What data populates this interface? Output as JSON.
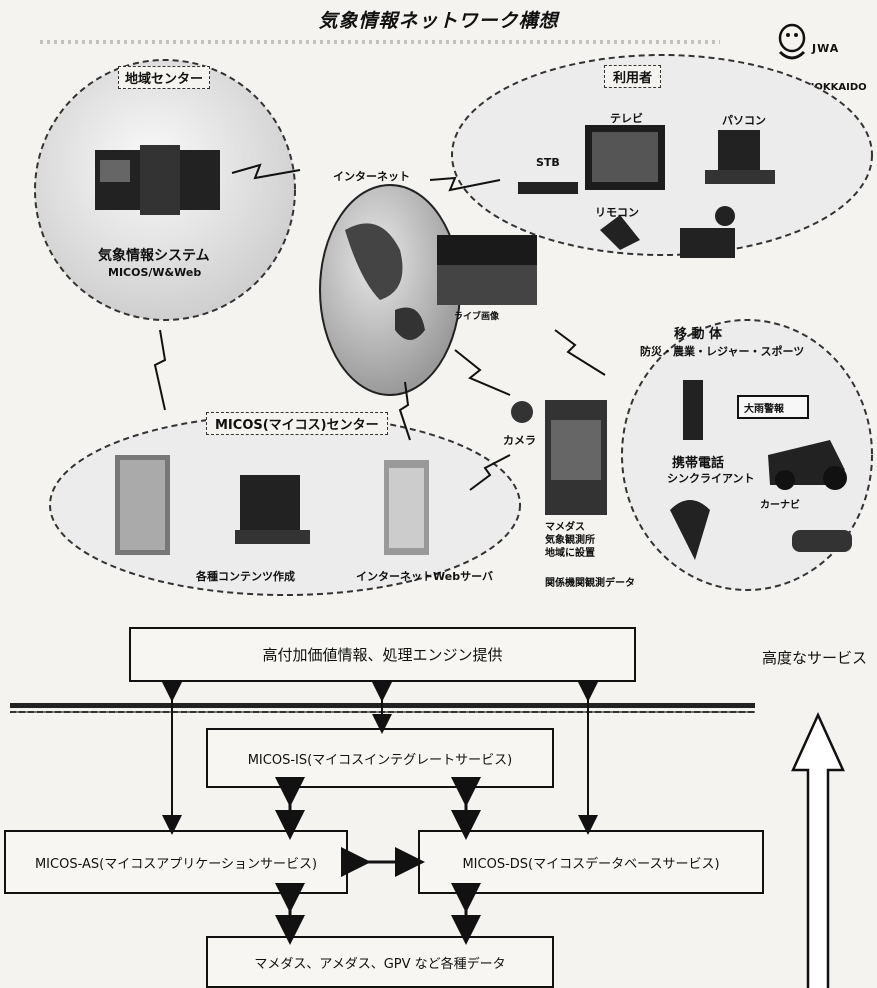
{
  "title": "気象情報ネットワーク構想",
  "logo": {
    "text": "JWA",
    "region": "HOKKAIDO"
  },
  "top_diagram": {
    "regional_center": {
      "label": "地域センター",
      "system": "気象情報システム",
      "system_sub": "MICOS/W&Web"
    },
    "users": {
      "label": "利用者",
      "tv": "テレビ",
      "pc": "パソコン",
      "stb": "STB",
      "remote": "リモコン"
    },
    "internet": "インターネット",
    "live_image": "ライブ画像",
    "mobile": {
      "label": "移 動 体",
      "sub": "防災・農業・レジャー・スポーツ",
      "warning": "大雨警報",
      "phone": "携帯電話",
      "phone_sub": "シンクライアント",
      "navi": "カーナビ"
    },
    "micos_center": {
      "label": "MICOS(マイコス)センター",
      "content": "各種コンテンツ作成",
      "web_server": "インターネットWebサーバ"
    },
    "camera": "カメラ",
    "amedas": {
      "line1": "マメダス",
      "line2": "気象観測所",
      "line3": "地域に設置",
      "data": "関係機関観測データ"
    }
  },
  "bottom_diagram": {
    "top_box": "高付加価値情報、処理エンジン提供",
    "is_box": "MICOS-IS(マイコスインテグレートサービス)",
    "as_box": "MICOS-AS(マイコスアプリケーションサービス)",
    "ds_box": "MICOS-DS(マイコスデータベースサービス)",
    "data_box": "マメダス、アメダス、GPV など各種データ",
    "advanced": "高度なサービス"
  }
}
